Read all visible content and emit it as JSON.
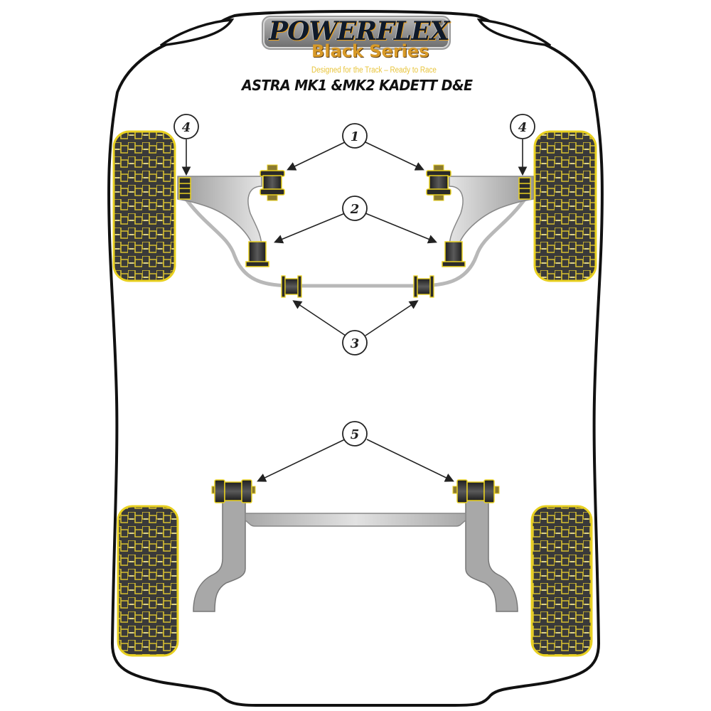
{
  "brand": {
    "logo_main": "POWERFLEX",
    "logo_registered": "®",
    "logo_sub": "Black Series",
    "tagline": "Designed for the Track – Ready to Race"
  },
  "title": "ASTRA MK1 &MK2 KADETT D&E",
  "callouts": [
    {
      "id": "1",
      "label": "1",
      "targets": "front-wishbone-front-bushes"
    },
    {
      "id": "2",
      "label": "2",
      "targets": "front-wishbone-rear-bushes"
    },
    {
      "id": "3",
      "label": "3",
      "targets": "anti-roll-bar-bushes"
    },
    {
      "id": "4",
      "label": "4",
      "targets": "lower-ball-joint-left"
    },
    {
      "id": "4b",
      "label": "4",
      "targets": "lower-ball-joint-right"
    },
    {
      "id": "5",
      "label": "5",
      "targets": "rear-beam-mounting-bushes"
    }
  ],
  "colors": {
    "outline": "#111111",
    "tyre_fill": "#3a3a3a",
    "tread_line": "#d8c030",
    "bush_yellow": "#e8d020",
    "bush_dark": "#2a2a2a",
    "arm_grey": "#b0b0b0",
    "beam_grey": "#a8a8a8",
    "tagline_yellow": "#e8c43a"
  }
}
